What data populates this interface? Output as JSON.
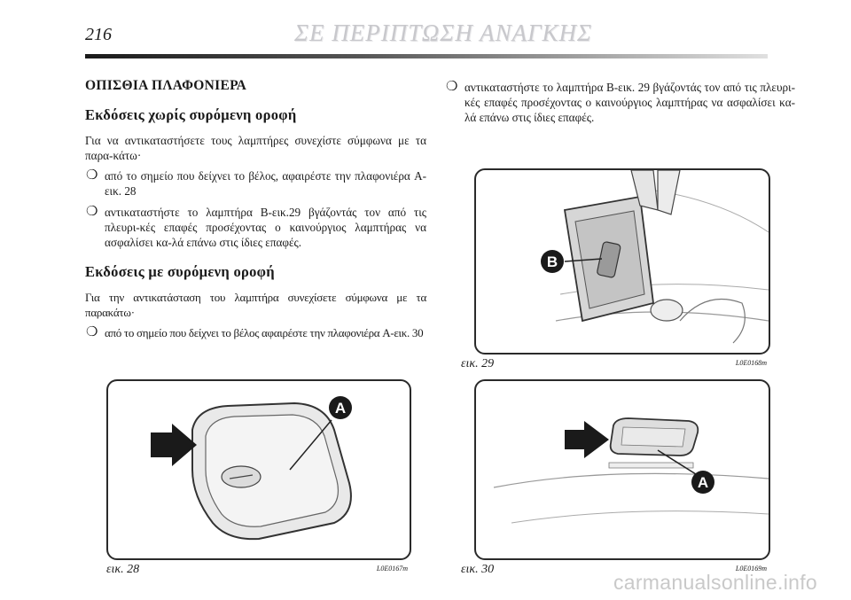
{
  "header": {
    "page_number": "216",
    "chapter_title": "ΣΕ ΠΕΡΙΠΤΩΣΗ ΑΝΑΓΚΗΣ"
  },
  "left_column": {
    "section_title": "ΟΠΙΣΘΙΑ ΠΛΑΦΟΝΙΕΡΑ",
    "subsection1_title": "Εκδόσεις χωρίς συρόμενη οροφή",
    "subsection1_intro": "Για να αντικαταστήσετε τους λαμπτήρες συνεχίστε σύμφωνα με τα παρα-κάτω·",
    "subsection1_bullets": [
      "από το σημείο που δείχνει το βέλος, αφαιρέστε την πλαφονιέρα A-εικ. 28",
      "αντικαταστήστε το λαμπτήρα B-εικ.29 βγάζοντάς τον από τις πλευρι-κές επαφές προσέχοντας ο καινούργιος λαμπτήρας να ασφαλίσει κα-λά επάνω στις ίδιες επαφές."
    ],
    "subsection2_title": "Εκδόσεις με συρόμενη οροφή",
    "subsection2_intro": "Για την αντικατάσταση του λαμπτήρα συνεχίσετε σύμφωνα με τα παρακάτω·",
    "subsection2_bullets": [
      "από το σημείο που δείχνει το βέλος αφαιρέστε την πλαφονιέρα A-εικ. 30"
    ]
  },
  "right_column": {
    "bullets": [
      "αντικαταστήστε το λαμπτήρα B-εικ. 29 βγάζοντάς τον από τις πλευρι-κές επαφές προσέχοντας ο καινούργιος λαμπτήρας να ασφαλίσει κα-λά επάνω στις ίδιες επαφές."
    ]
  },
  "bullet_glyph": "❍",
  "figures": {
    "fig28": {
      "caption": "εικ. 28",
      "code": "L0E0167m",
      "label": "A"
    },
    "fig29": {
      "caption": "εικ. 29",
      "code": "L0E0168m",
      "label": "B"
    },
    "fig30": {
      "caption": "εικ. 30",
      "code": "L0E0169m",
      "label": "A"
    }
  },
  "watermark": "carmanualsonline.info"
}
